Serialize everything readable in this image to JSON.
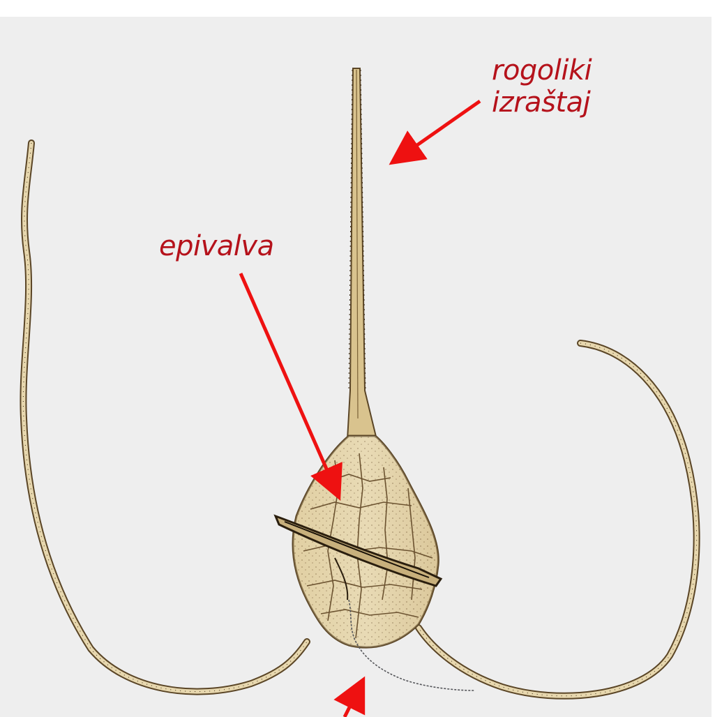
{
  "labels": {
    "horn_line1": "rogoliki",
    "horn_line2": "izraštaj",
    "epivalva": "epivalva"
  },
  "colors": {
    "label": "#b5121b",
    "arrow": "#ee1111",
    "background": "#eeeeee",
    "cell_fill": "#e5d6ae",
    "cell_outline": "#5a4526"
  },
  "icons": {
    "organism": "dinoflagellate-illustration"
  }
}
